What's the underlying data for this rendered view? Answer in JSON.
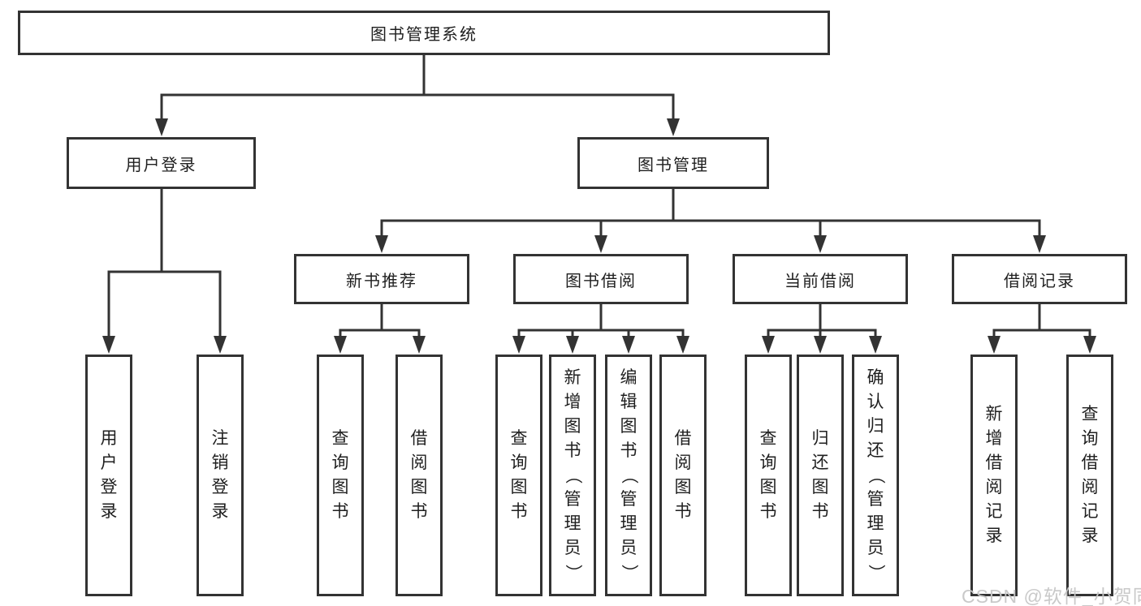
{
  "tree": {
    "label": "图书管理系统",
    "children": [
      {
        "label": "用户登录",
        "children": [
          {
            "label": "用户登录"
          },
          {
            "label": "注销登录"
          }
        ]
      },
      {
        "label": "图书管理",
        "children": [
          {
            "label": "新书推荐",
            "children": [
              {
                "label": "查询图书"
              },
              {
                "label": "借阅图书"
              }
            ]
          },
          {
            "label": "图书借阅",
            "children": [
              {
                "label": "查询图书"
              },
              {
                "label": "新增图书（管理员）"
              },
              {
                "label": "编辑图书（管理员）"
              },
              {
                "label": "借阅图书"
              }
            ]
          },
          {
            "label": "当前借阅",
            "children": [
              {
                "label": "查询图书"
              },
              {
                "label": "归还图书"
              },
              {
                "label": "确认归还（管理员）"
              }
            ]
          },
          {
            "label": "借阅记录",
            "children": [
              {
                "label": "新增借阅记录"
              },
              {
                "label": "查询借阅记录"
              }
            ]
          }
        ]
      }
    ]
  },
  "watermark": {
    "text": "CSDN @软件_小贺同学"
  },
  "colors": {
    "line": "#333333",
    "box_border": "#333333",
    "text": "#1f1f1f",
    "background": "#ffffff",
    "watermark": "#c6c6c6"
  }
}
